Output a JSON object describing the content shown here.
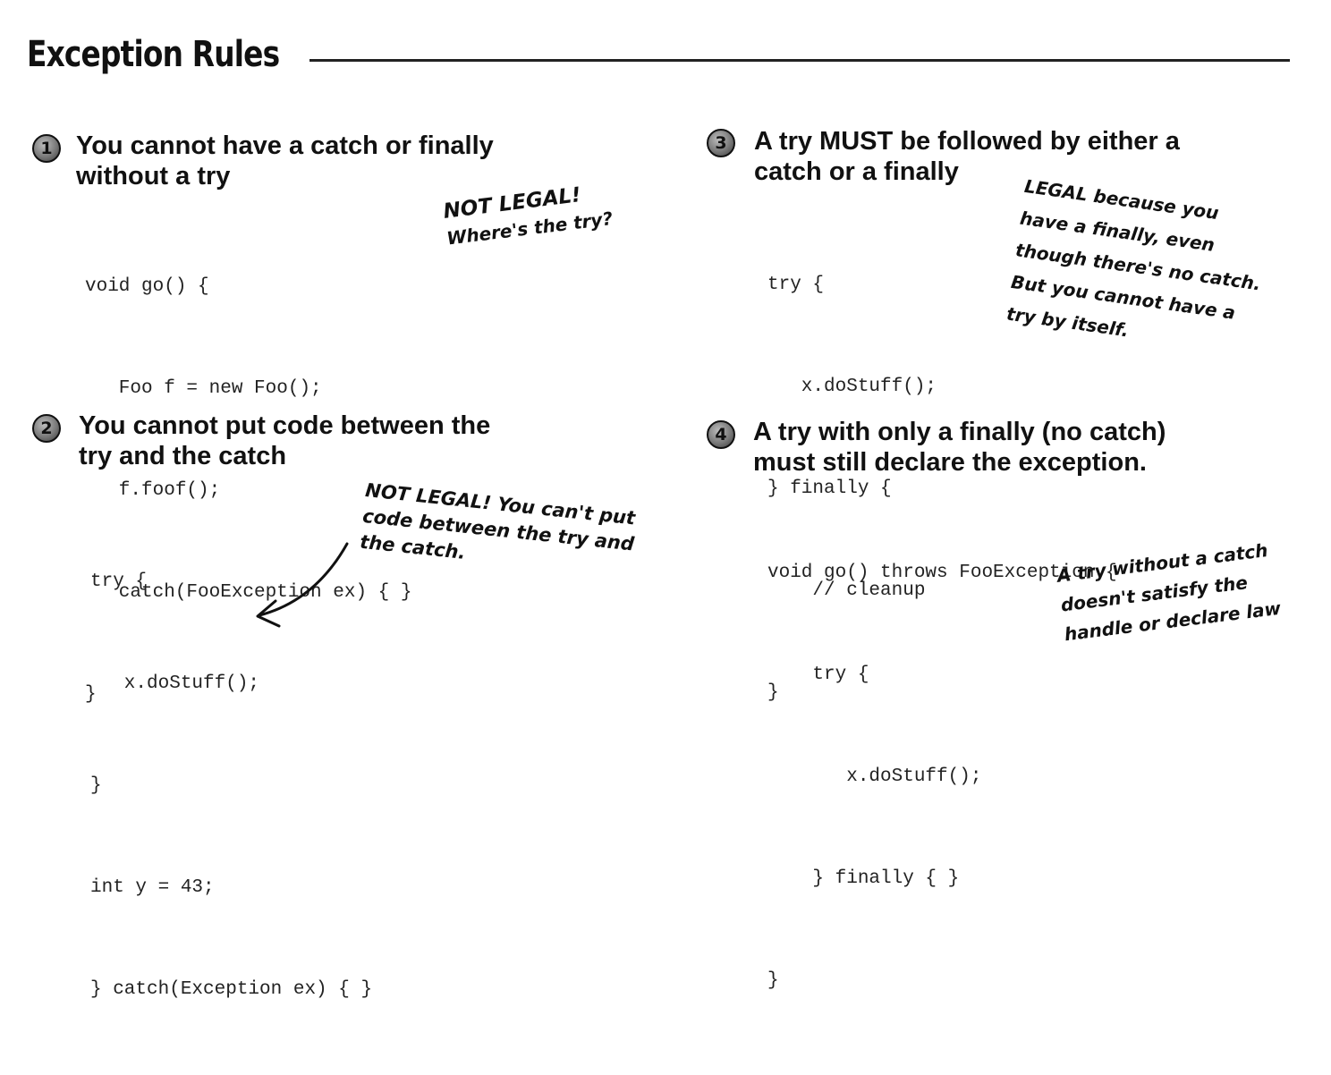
{
  "title": "Exception Rules",
  "sections": [
    {
      "number": "1",
      "heading": [
        "You cannot have a catch or finally",
        "without a try"
      ],
      "code": [
        "void go() {",
        "   Foo f = new Foo();",
        "   f.foof();",
        "   catch(FooException ex) { }",
        "}"
      ],
      "note": [
        "NOT LEGAL!",
        "Where's the try?"
      ]
    },
    {
      "number": "2",
      "heading": [
        "You cannot put code between the",
        "try and the catch"
      ],
      "code": [
        "try {",
        "   x.doStuff();",
        "}",
        "int y = 43;",
        "} catch(Exception ex) { }"
      ],
      "note": [
        "NOT LEGAL! You can't put",
        "code between the try and",
        "the catch."
      ]
    },
    {
      "number": "3",
      "heading": [
        "A try MUST be followed by either a",
        "catch or a finally"
      ],
      "code": [
        "try {",
        "   x.doStuff();",
        "} finally {",
        "    // cleanup",
        "}"
      ],
      "note": [
        "LEGAL because you",
        "have a finally, even",
        "though there's no catch.",
        "But you cannot have a",
        "try by itself."
      ]
    },
    {
      "number": "4",
      "heading": [
        "A try with only a finally (no catch)",
        "must still declare the exception."
      ],
      "code": [
        "void go() throws FooException {",
        "    try {",
        "       x.doStuff();",
        "    } finally { }",
        "}"
      ],
      "note": [
        "A try without a catch",
        "doesn't satisfy the",
        "handle or declare law"
      ]
    }
  ]
}
